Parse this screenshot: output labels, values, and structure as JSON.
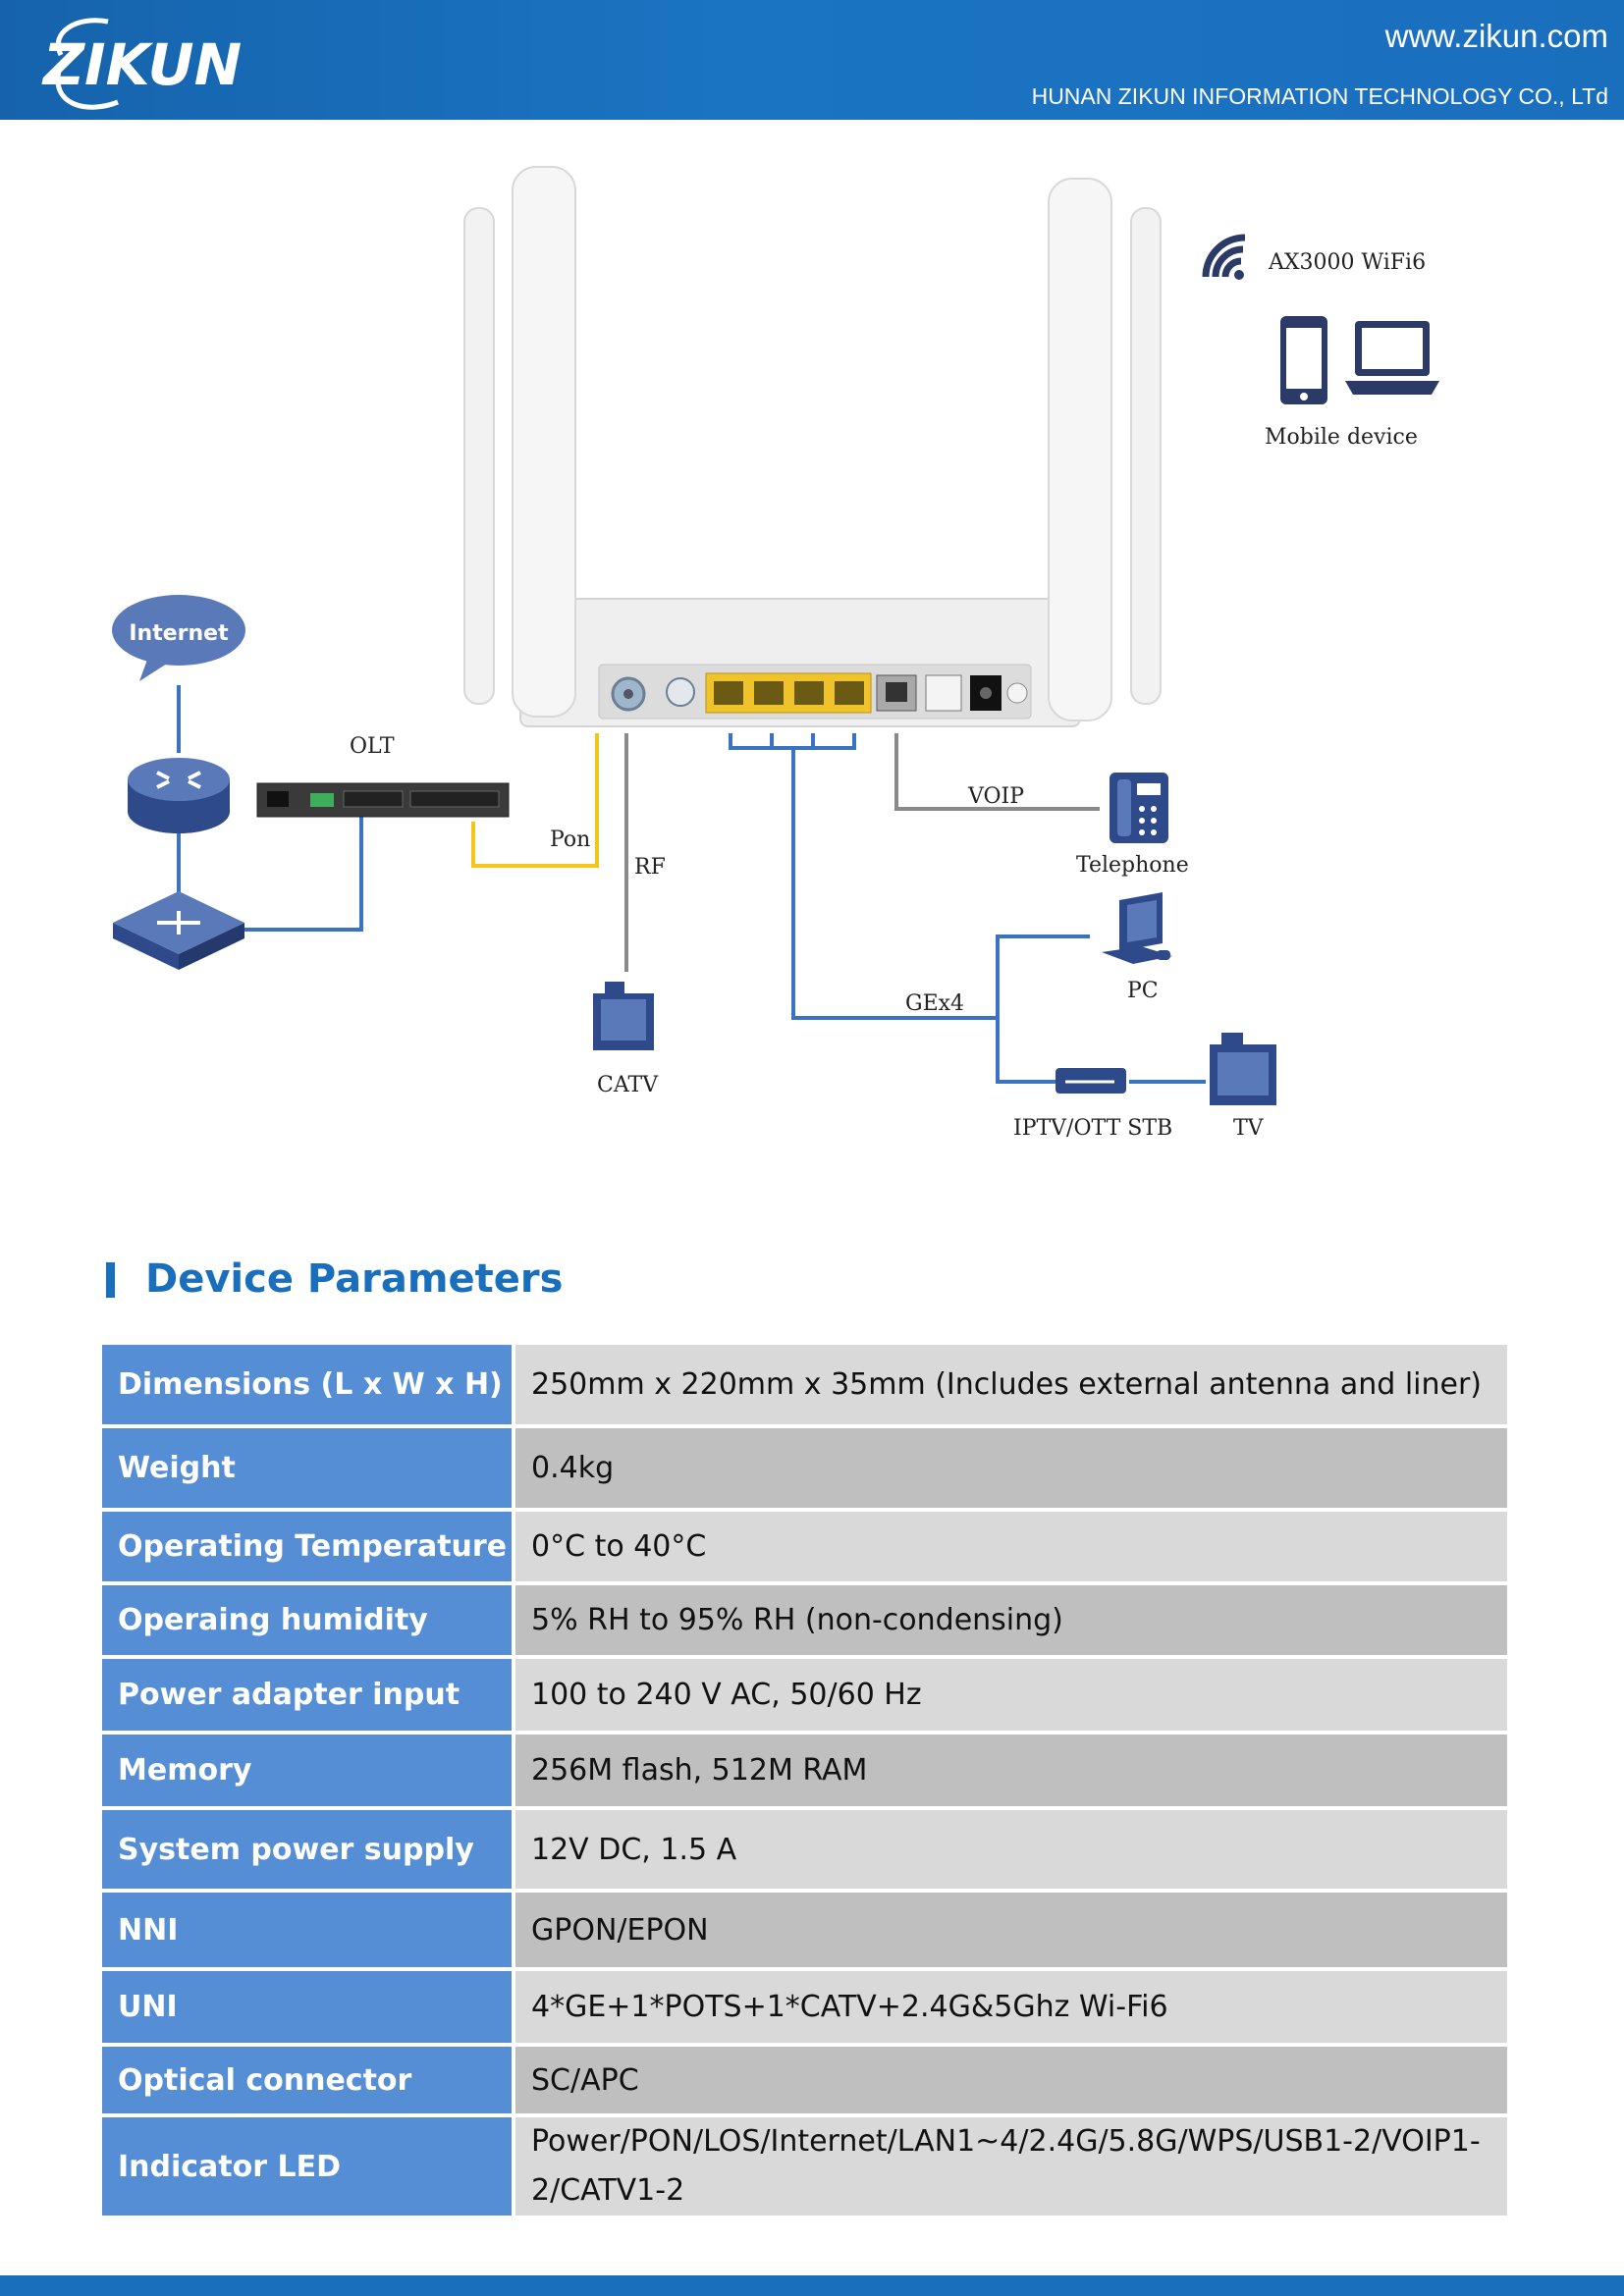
{
  "header": {
    "logo_text": "ZIKUN",
    "url": "www.zikun.com",
    "company": "HUNAN ZIKUN INFORMATION TECHNOLOGY CO., LTd"
  },
  "diagram": {
    "internet": "Internet",
    "olt": "OLT",
    "pon": "Pon",
    "rf": "RF",
    "catv": "CATV",
    "voip": "VOIP",
    "telephone": "Telephone",
    "pc": "PC",
    "gex4": "GEx4",
    "iptv": "IPTV/OTT STB",
    "tv": "TV",
    "wifi": "AX3000 WiFi6",
    "mobile": "Mobile device"
  },
  "section": {
    "title": "Device Parameters"
  },
  "params": [
    {
      "key": "Dimensions (L x W x H)",
      "value": "250mm x 220mm x 35mm (Includes external antenna and liner)"
    },
    {
      "key": "Weight",
      "value": "0.4kg"
    },
    {
      "key": "Operating Temperature",
      "value": "0°C to 40°C"
    },
    {
      "key": "Operaing humidity",
      "value": "5% RH to 95% RH (non-condensing)"
    },
    {
      "key": "Power adapter input",
      "value": "100 to 240 V AC, 50/60 Hz"
    },
    {
      "key": "Memory",
      "value": "256M flash, 512M RAM"
    },
    {
      "key": "System power supply",
      "value": "12V DC, 1.5 A"
    },
    {
      "key": "NNI",
      "value": "GPON/EPON"
    },
    {
      "key": "UNI",
      "value": "4*GE+1*POTS+1*CATV+2.4G&5Ghz Wi-Fi6"
    },
    {
      "key": "Optical connector",
      "value": "SC/APC"
    },
    {
      "key": "Indicator LED",
      "value": "Power/PON/LOS/Internet/LAN1~4/2.4G/5.8G/WPS/USB1-2/VOIP1-2/CATV1-2"
    }
  ],
  "colors": {
    "brand_blue": "#1a6fbd",
    "key_cell_blue": "#558ed5",
    "row_light": "#d9d9d9",
    "row_dark": "#bfbfbf",
    "pon_line": "#f5c518",
    "lan_line": "#3a73c4"
  }
}
